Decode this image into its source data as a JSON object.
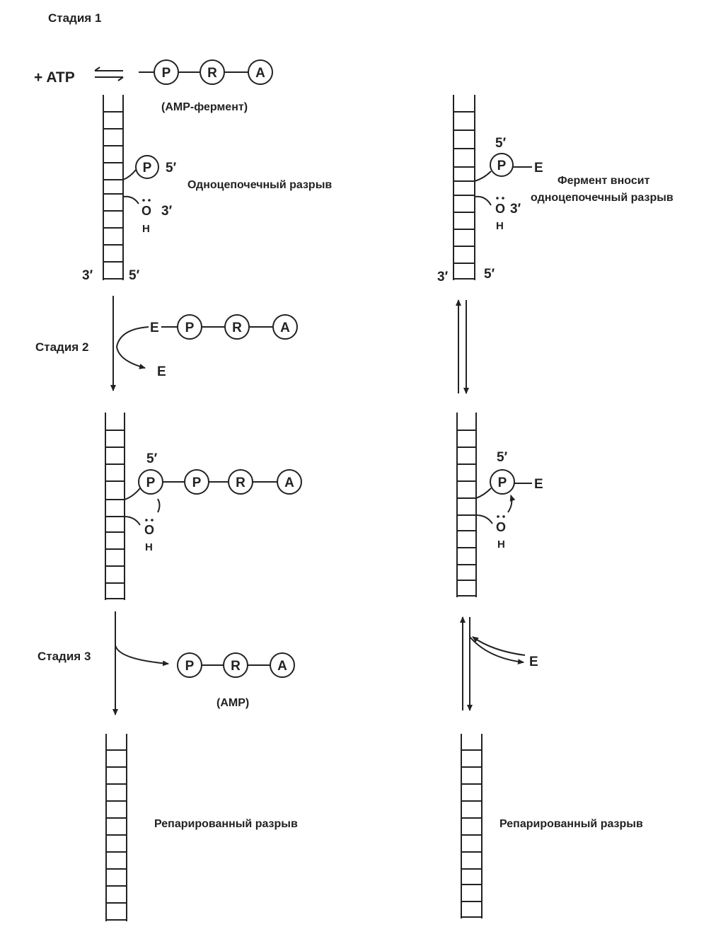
{
  "stages": {
    "stage1": "Стадия 1",
    "stage2": "Стадия 2",
    "stage3": "Стадия 3"
  },
  "reaction": {
    "plus_atp": "+ ATP",
    "amp_enzyme": "(АМР-фермент)",
    "amp": "(АМР)"
  },
  "labels": {
    "single_strand_break": "Одноцепочечный разрыв",
    "enzyme_introduces_line1": "Фермент вносит",
    "enzyme_introduces_line2": "одноцепочечный разрыв",
    "repaired_left": "Репарированный разрыв",
    "repaired_right": "Репарированный разрыв"
  },
  "symbols": {
    "P": "P",
    "R": "R",
    "A": "A",
    "E": "E",
    "O": "O",
    "H": "H",
    "five_prime": "5′",
    "three_prime": "3′"
  }
}
